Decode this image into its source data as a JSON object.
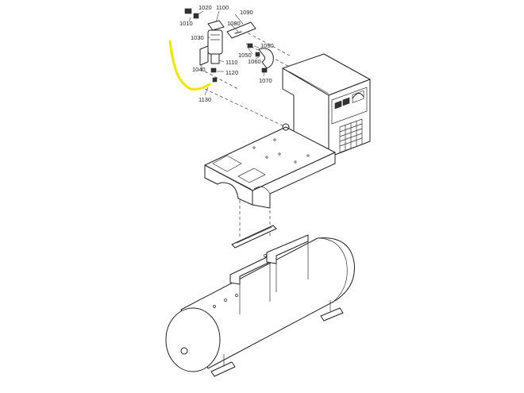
{
  "labels": {
    "p1010": "1010",
    "p1020": "1020",
    "p1030": "1030",
    "p1040": "1040",
    "p1050": "1050",
    "p1060": "1060",
    "p1070": "1070",
    "p1080": "1080",
    "p1090a": "1090",
    "p1090b": "1090",
    "p1100": "1100",
    "p1110": "1110",
    "p1120": "1120",
    "p1130": "1130"
  },
  "colors": {
    "highlight": "#f2e600",
    "line": "#222222",
    "background": "#ffffff"
  }
}
